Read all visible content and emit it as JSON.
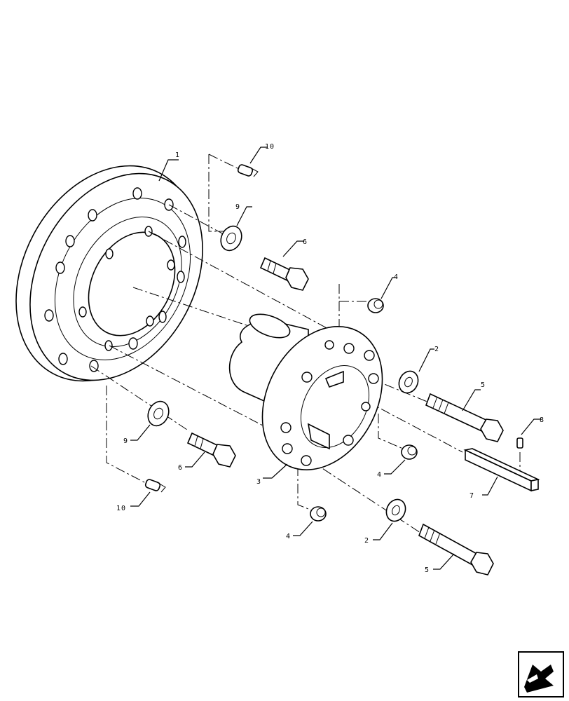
{
  "callouts": {
    "c1": "1",
    "c2a": "2",
    "c2b": "2",
    "c3": "3",
    "c4a": "4",
    "c4b": "4",
    "c4c": "4",
    "c5a": "5",
    "c5b": "5",
    "c6a": "6",
    "c6b": "6",
    "c7": "7",
    "c8": "8",
    "c9a": "9",
    "c9b": "9",
    "c10a": "10",
    "c10b": "10"
  },
  "icons": {
    "nav": "next-page-arrow-icon"
  }
}
